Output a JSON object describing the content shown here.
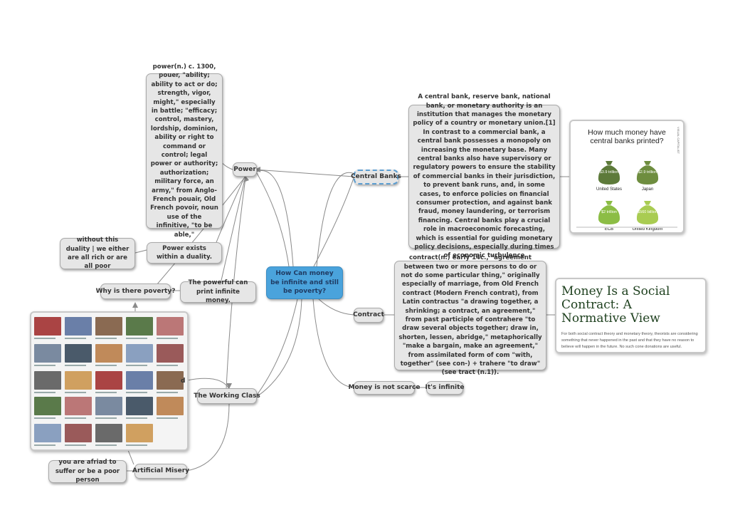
{
  "colors": {
    "central_node": "#4aa3dc",
    "node_fill": "#e6e6e6",
    "line": "#8a8a8a",
    "dashed_border": "#5c9ed1"
  },
  "central": {
    "text": "How Can money be infinite and still be poverty?"
  },
  "nodes": {
    "power": "Power",
    "power_def": "power(n.)\nc. 1300, pouer, \"ability; ability to act or do; strength, vigor, might,\" especially in battle; \"efficacy; control, mastery, lordship, dominion, ability or right to command or control; legal power or authority; authorization; military force, an army,\" from Anglo-French pouair, Old French povoir, noun use of the infinitive, \"to be able,\"",
    "power_exists": "Power exists within a duality.",
    "duality_note": "without this duality | we either are all rich or are all poor",
    "why_poverty": "Why is there poverty?",
    "powerful_print": "The powerful can print infinite money.",
    "working_class": "The Working Class",
    "artificial_misery": "Artificial Misery",
    "afraid_suffer": "you are afriad to suffer or be a poor person",
    "stray_d": "d",
    "central_banks": "Central Banks",
    "central_banks_def": "A central bank, reserve bank, national bank, or monetary authority is an institution that manages the monetary policy of a country or monetary union.[1] In contrast to a commercial bank, a central bank possesses a monopoly on increasing the monetary base. Many central banks also have supervisory or regulatory powers to ensure the stability of commercial banks in their jurisdiction, to prevent bank runs, and, in some cases, to enforce policies on financial consumer protection, and against bank fraud, money laundering, or terrorism financing. Central banks play a crucial role in macroeconomic forecasting, which is essential for guiding monetary policy decisions, especially during times of economic turbulence",
    "contract": "Contract",
    "contract_def": "contract(n.)\nearly 14c., \"agreement between two or more persons to do or not do some particular thing,\" originally especially of marriage, from Old French contract (Modern French contrat), from Latin contractus \"a drawing together, a shrinking; a contract, an agreement,\" from past participle of contrahere \"to draw several objects together; draw in, shorten, lessen, abridge,\" metaphorically \"make a bargain, make an agreement,\" from assimilated form of com \"with, together\" (see con-) + trahere \"to draw\" (see tract (n.1)).",
    "not_scarce": "Money is not scarce",
    "infinite": "It's infinite"
  },
  "bank_image": {
    "title": "How much money have central banks printed?",
    "side_label": "VISUAL CAPITALIST",
    "bags": [
      {
        "value": "$3.9 trillion",
        "label": "United States",
        "color": "#5d7a3a"
      },
      {
        "value": "$2.9 trillion",
        "label": "Japan",
        "color": "#6e8d3f"
      },
      {
        "value": "$2 trillion",
        "label": "ECB",
        "color": "#8cbd45"
      },
      {
        "value": "$560 billion",
        "label": "United Kingdom",
        "color": "#a9cc52"
      }
    ]
  },
  "article_image": {
    "title": "Money Is a Social Contract: A Normative View",
    "body": "For both social contract theory and monetary theory, theorists are considering something that never happened in the past and that they have no reason to believe will happen in the future. No such cone donations are useful."
  }
}
